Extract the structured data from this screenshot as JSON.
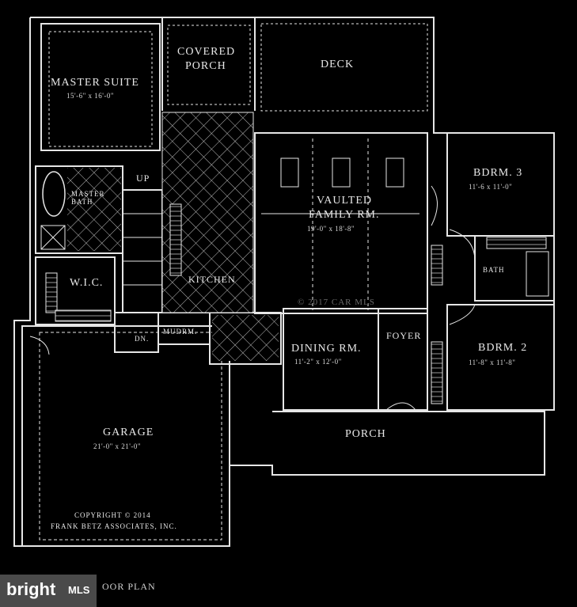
{
  "rooms": {
    "master_suite": {
      "name": "MASTER SUITE",
      "dims": "15'-6\" x 16'-0\""
    },
    "covered_porch_1": "COVERED",
    "covered_porch_2": "PORCH",
    "deck": "DECK",
    "bdrm3": {
      "name": "BDRM. 3",
      "dims": "11'-6 x 11'-0\""
    },
    "master_bath": "MASTER BATH",
    "up": "UP",
    "vaulted": "VAULTED",
    "family": {
      "name": "FAMILY RM.",
      "dims": "19'-0\" x 18'-8\""
    },
    "kitchen": "KITCHEN",
    "bath": "BATH",
    "wic": "W.I.C.",
    "dn": "DN.",
    "mudrm": "MUDRM.",
    "dining": {
      "name": "DINING RM.",
      "dims": "11'-2\" x 12'-0\""
    },
    "foyer": "FOYER",
    "bdrm2": {
      "name": "BDRM. 2",
      "dims": "11'-8\" x 11'-8\""
    },
    "garage": {
      "name": "GARAGE",
      "dims": "21'-0\" x 21'-0\""
    },
    "porch": "PORCH"
  },
  "copyright": {
    "line1": "COPYRIGHT  ©  2014",
    "line2": "FRANK BETZ ASSOCIATES, INC."
  },
  "plan_title": "OOR PLAN",
  "watermark": "© 2017 CAR MLS",
  "logo": {
    "word": "bright",
    "suffix": "MLS"
  },
  "colors": {
    "background": "#000000",
    "line": "#e6e6e6",
    "logo_bg": "#4a4a4a"
  }
}
